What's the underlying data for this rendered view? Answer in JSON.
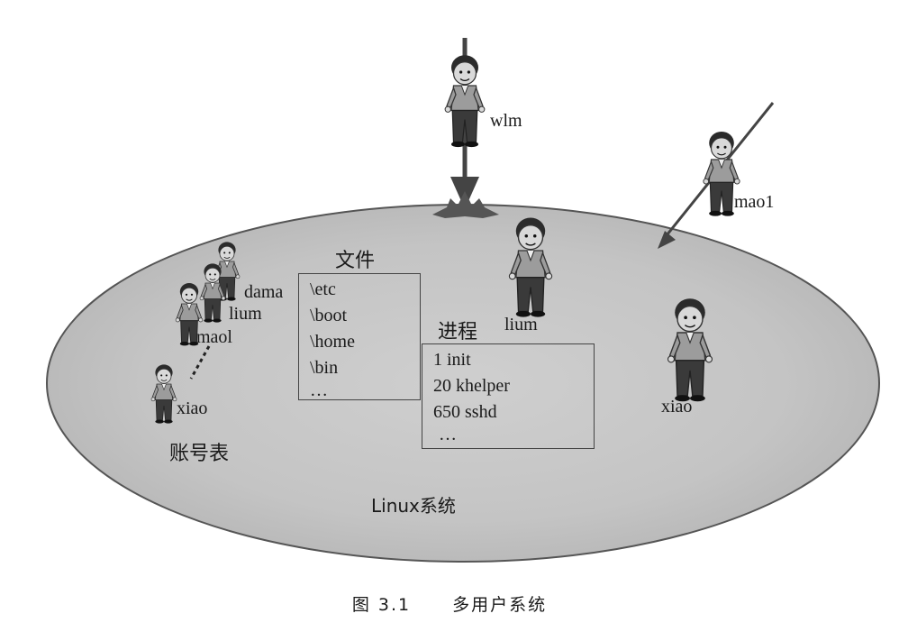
{
  "system": {
    "label": "Linux系统"
  },
  "account_table": {
    "label": "账号表",
    "names": [
      "dama",
      "lium",
      "maol",
      "xiao"
    ]
  },
  "files_box": {
    "title": "文件",
    "items": [
      "\\etc",
      "\\boot",
      "\\home",
      "\\bin",
      "…"
    ]
  },
  "process_box": {
    "title": "进程",
    "items": [
      "1 init",
      "20 khelper",
      "650 sshd",
      "…"
    ]
  },
  "users": {
    "wlm": "wlm",
    "mao1": "mao1",
    "lium": "lium",
    "xiao": "xiao"
  },
  "caption": {
    "number": "图 3.1",
    "text": "多用户系统"
  }
}
